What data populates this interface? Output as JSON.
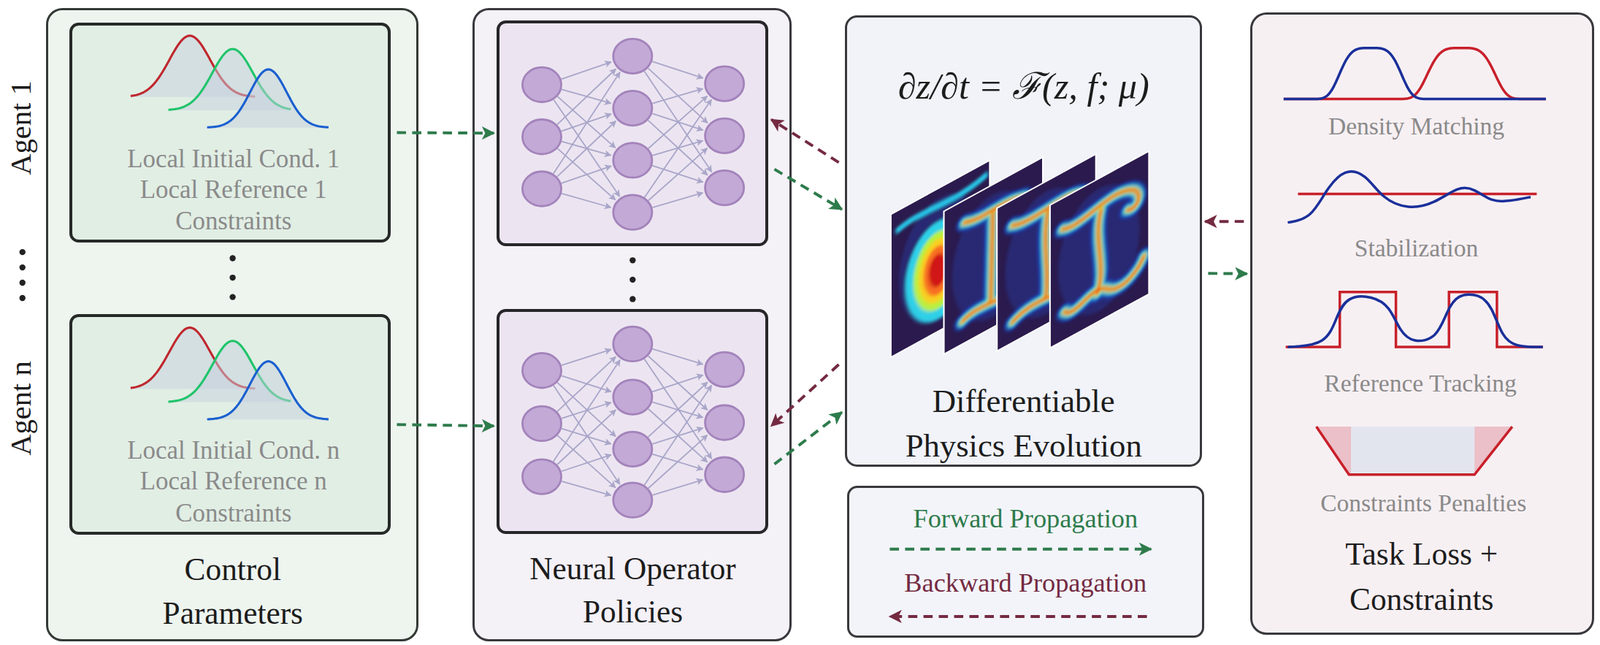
{
  "diagram": {
    "nodes": [
      {
        "text": [
          "Control Parameters"
        ]
      },
      {
        "text": [
          "Local Initial Cond. 1",
          "Local Reference 1",
          "Constraints"
        ],
        "in": 0
      },
      {
        "text": [
          "Local Initial Cond. n",
          "Local Reference n",
          "Constraints"
        ],
        "in": 0
      },
      {
        "text": [
          "Neural Operator Policies"
        ]
      },
      {
        "text": [],
        "in": 3
      },
      {
        "text": [],
        "in": 3
      },
      {
        "text": [
          "∂z/∂t = ℱ(z, f; μ)",
          "Differentiable Physics Evolution"
        ]
      },
      {
        "text": [
          "Task Loss + Constraints"
        ]
      }
    ],
    "edges": [
      {
        "from": 1,
        "to": 4,
        "arrow": "to"
      },
      {
        "from": 2,
        "to": 5,
        "arrow": "to"
      },
      {
        "from": 4,
        "to": 6,
        "arrow": "to"
      },
      {
        "from": 6,
        "to": 4,
        "arrow": "to"
      },
      {
        "from": 5,
        "to": 6,
        "arrow": "to"
      },
      {
        "from": 6,
        "to": 5,
        "arrow": "to"
      },
      {
        "from": 6,
        "to": 7,
        "arrow": "to"
      },
      {
        "from": 7,
        "to": 6,
        "arrow": "to"
      }
    ],
    "labels": [
      "Agent 1",
      "Agent n",
      "Density Matching",
      "Stabilization",
      "Reference Tracking",
      "Constraints Penalties"
    ],
    "legend": [
      {
        "text": "Forward Propagation"
      },
      {
        "text": "Backward Propagation"
      }
    ]
  }
}
